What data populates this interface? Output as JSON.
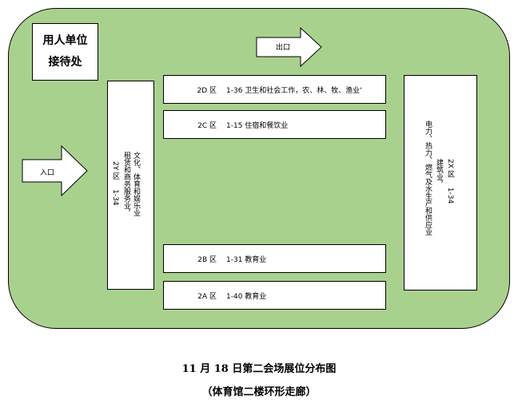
{
  "reception": {
    "line1": "用人单位",
    "line2": "接待处"
  },
  "exit_label": "出口",
  "entrance_label": "入口",
  "zones": {
    "zone_2d": {
      "code": "2D 区",
      "text": "1-36 卫生和社会工作，农、林、牧、渔业'"
    },
    "zone_2c": {
      "code": "2C 区",
      "text": "1-15 住宿和餐饮业"
    },
    "zone_2b": {
      "code": "2B 区",
      "text": "1-31 教育业"
    },
    "zone_2a": {
      "code": "2A 区",
      "text": "1-40 教育业"
    },
    "zone_2y": {
      "code": "2Y 区",
      "range": "1-34",
      "line1": "租赁和商务服务业，",
      "line2": "文化、体育和娱乐业"
    },
    "zone_2x": {
      "code": "2X 区",
      "range": "1-34",
      "line1": "建筑业，",
      "line2": "电力、热力、燃气及水生产和供应业"
    }
  },
  "title": "11 月 18 日第二会场展位分布图",
  "subtitle": "（体育馆二楼环形走廊）",
  "colors": {
    "floor": "#a9d18e",
    "box": "#ffffff",
    "border": "#000000"
  }
}
